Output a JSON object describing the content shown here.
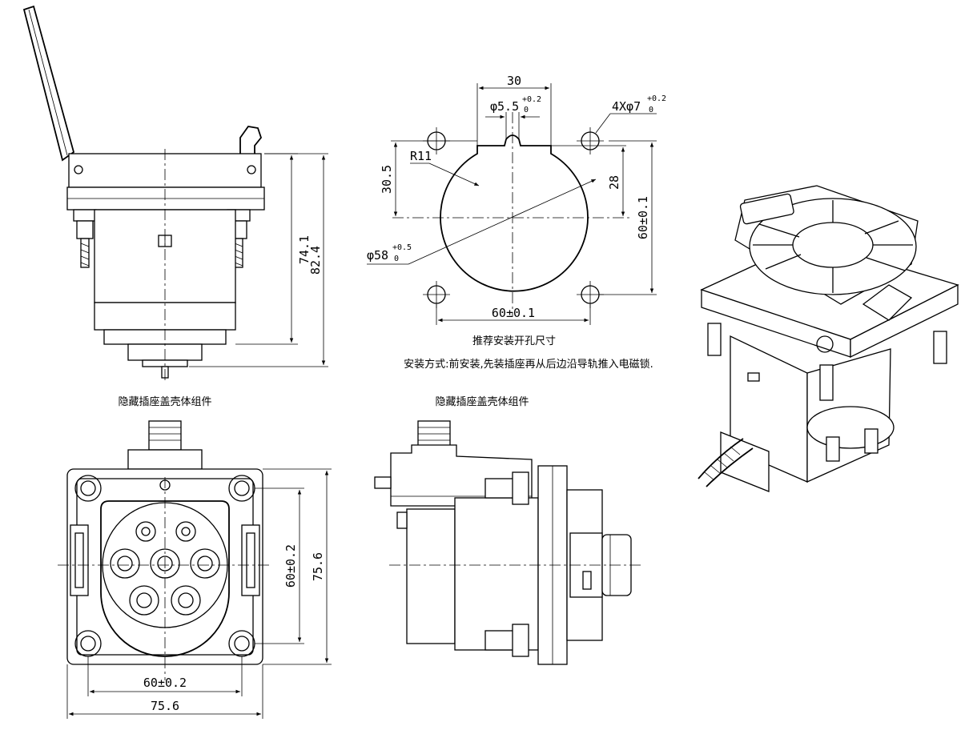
{
  "captions": {
    "cutout_title": "推荐安装开孔尺寸",
    "install_method": "安装方式:前安装,先装插座再从后边沿导轨推入电磁锁.",
    "left_title": "隐藏插座盖壳体组件",
    "middle_title": "隐藏插座盖壳体组件"
  },
  "dimensions": {
    "side_h1": "74.1",
    "side_h2": "82.4",
    "top_width": "30",
    "slot_dia": "φ5.5",
    "slot_tol_up": "+0.2",
    "slot_tol_dn": "0",
    "holes": "4Xφ7",
    "holes_tol_up": "+0.2",
    "holes_tol_dn": "0",
    "radius": "R11",
    "left_h": "30.5",
    "right_h": "28",
    "pitch_v": "60±0.1",
    "main_dia": "φ58",
    "main_tol_up": "+0.5",
    "main_tol_dn": "0",
    "pitch_h": "60±0.1",
    "front_pitch_v": "60±0.2",
    "front_h": "75.6",
    "front_pitch_h": "60±0.2",
    "front_w": "75.6"
  }
}
